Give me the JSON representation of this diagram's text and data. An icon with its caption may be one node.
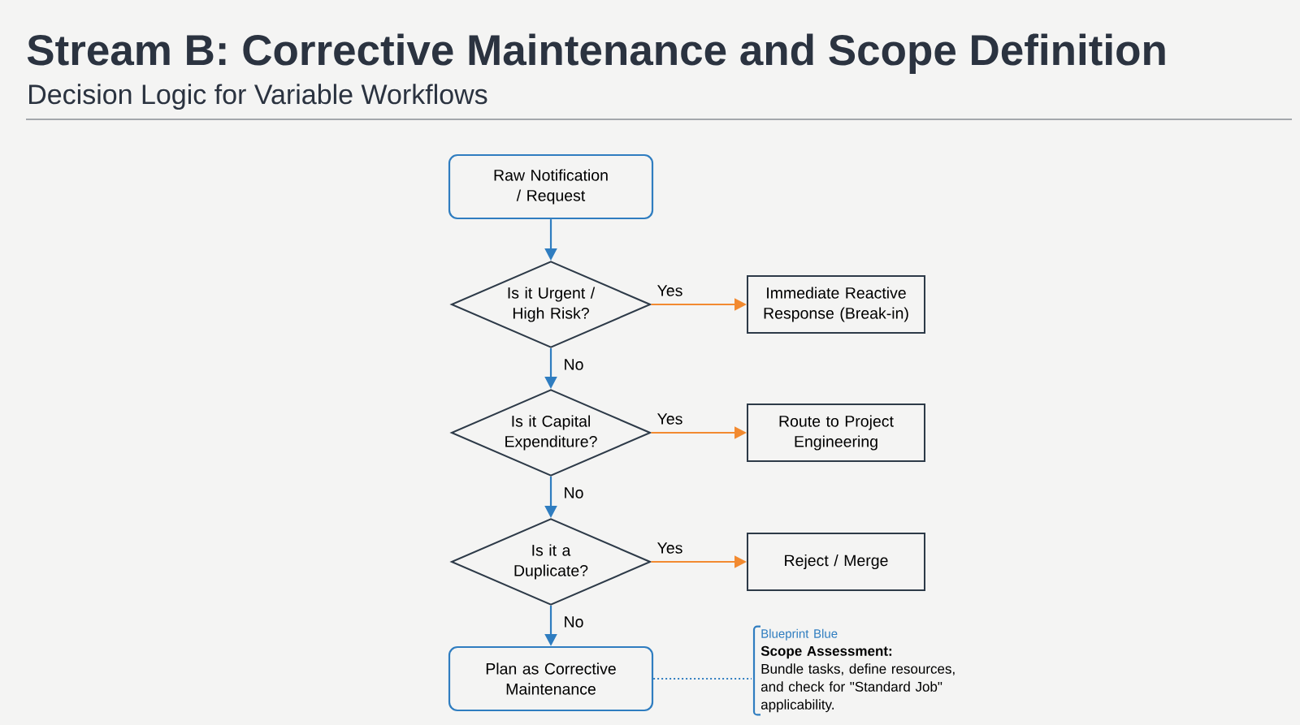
{
  "diagram": {
    "title": "Stream B: Corrective Maintenance and Scope Definition",
    "nodes": [
      {
        "text": [
          "Raw Notification / Request"
        ]
      },
      {
        "text": [
          "Is it Urgent / High Risk?"
        ]
      },
      {
        "text": [
          "Immediate Reactive Response (Break-in)"
        ]
      },
      {
        "text": [
          "Is it Capital Expenditure?"
        ]
      },
      {
        "text": [
          "Route to Project Engineering"
        ]
      },
      {
        "text": [
          "Is it a Duplicate?"
        ]
      },
      {
        "text": [
          "Reject / Merge"
        ]
      },
      {
        "text": [
          "Plan as Corrective Maintenance"
        ]
      },
      {
        "text": [
          "Blueprint Blue",
          "Scope Assessment:",
          "Bundle tasks, define resources, and check for \"Standard Job\" applicability."
        ]
      }
    ],
    "edges": [
      {
        "from": 0,
        "to": 1,
        "arrow": "to"
      },
      {
        "from": 1,
        "to": 2,
        "arrow": "to",
        "label": "Yes",
        "color": "#f28a30"
      },
      {
        "from": 1,
        "to": 3,
        "arrow": "to",
        "label": "No"
      },
      {
        "from": 3,
        "to": 4,
        "arrow": "to",
        "label": "Yes",
        "color": "#f28a30"
      },
      {
        "from": 3,
        "to": 5,
        "arrow": "to",
        "label": "No"
      },
      {
        "from": 5,
        "to": 6,
        "arrow": "to",
        "label": "Yes",
        "color": "#f28a30"
      },
      {
        "from": 5,
        "to": 7,
        "arrow": "to",
        "label": "No"
      },
      {
        "from": 7,
        "to": 8,
        "arrow": "none",
        "style": "dashed"
      }
    ],
    "labels": [
      "Decision Logic for Variable Workflows"
    ]
  }
}
